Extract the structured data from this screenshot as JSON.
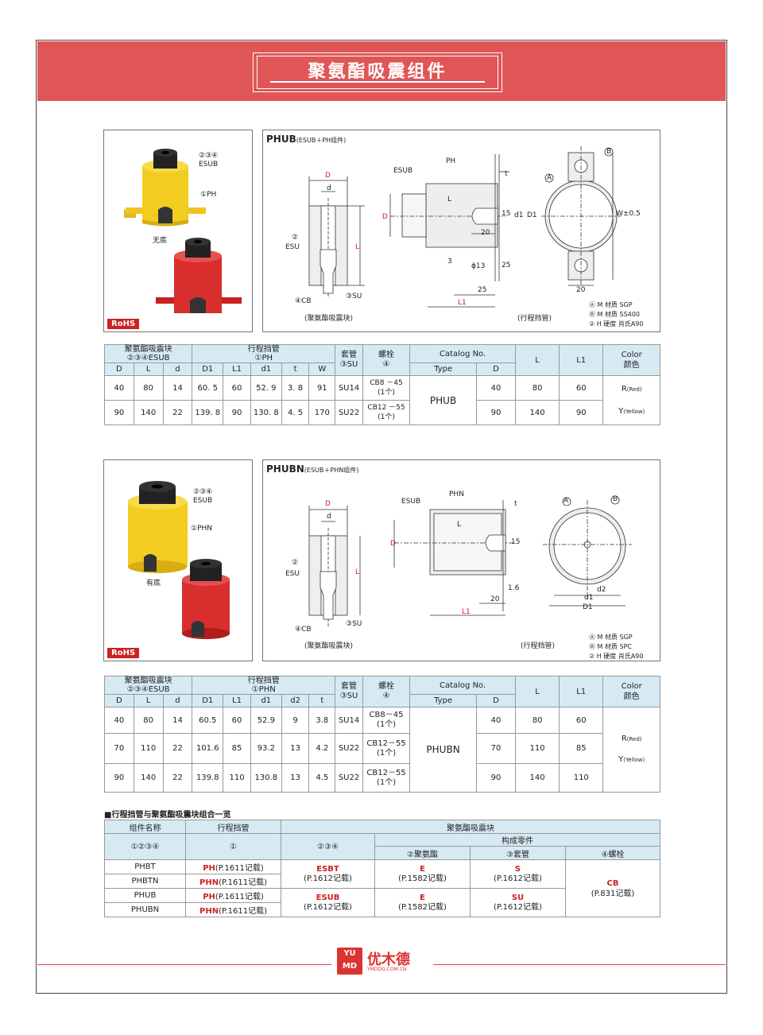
{
  "page_title": "聚氨酯吸震组件",
  "section1": {
    "photo_labels": {
      "parts": "②③④",
      "esub": "ESUB",
      "ph": "①PH",
      "bottom": "无底",
      "rohs": "RoHS"
    },
    "drawing_title": "PHUB",
    "drawing_subtitle": "(ESUB＋PH组件)",
    "drawing_labels": {
      "D": "D",
      "d": "d",
      "esu_no": "②",
      "esu": "ESU",
      "L": "L",
      "cb": "④CB",
      "su": "③SU",
      "left_caption": "(聚氨酯吸震块)",
      "esub": "ESUB",
      "ph": "PH",
      "t": "t",
      "d1": "d1",
      "D1": "D1",
      "n15": "15",
      "n20": "20",
      "n3": "3",
      "phi13": "ϕ13",
      "n25a": "25",
      "n25b": "25",
      "L1": "L1",
      "mid_caption": "(行程挡管)",
      "A": "A",
      "B": "B",
      "W": "W±0.5",
      "n20b": "20",
      "mat1": "Ⓐ M  材质   SGP",
      "mat2": "Ⓑ M  材质   SS400",
      "mat3": "② H  硬度   肖氏A90"
    }
  },
  "table1": {
    "headers": {
      "esub": "聚氨酯吸震块",
      "esub2": "②③④ESUB",
      "ph": "行程挡管",
      "ph2": "①PH",
      "su": "套管",
      "su2": "③SU",
      "bolt": "螺栓",
      "bolt2": "④",
      "catalog": "Catalog  No.",
      "type": "Type",
      "D": "D",
      "L": "L",
      "L1": "L1",
      "color": "Color",
      "color2": "颜色",
      "cols": [
        "D",
        "L",
        "d",
        "D1",
        "L1",
        "d1",
        "t",
        "W"
      ]
    },
    "rows": [
      {
        "D": "40",
        "L": "80",
        "d": "14",
        "D1": "60. 5",
        "L1": "60",
        "d1": "52. 9",
        "t": "3. 8",
        "W": "91",
        "su": "SU14",
        "bolt": "CB8 －45",
        "bolt_qty": "(1个)",
        "cD": "40",
        "cL": "80",
        "cL1": "60"
      },
      {
        "D": "90",
        "L": "140",
        "d": "22",
        "D1": "139. 8",
        "L1": "90",
        "d1": "130. 8",
        "t": "4. 5",
        "W": "170",
        "su": "SU22",
        "bolt": "CB12 －55",
        "bolt_qty": "(1个)",
        "cD": "90",
        "cL": "140",
        "cL1": "90"
      }
    ],
    "type": "PHUB",
    "color_r": "R",
    "color_r_en": "(Red)",
    "color_y": "Y",
    "color_y_en": "(Yellow)"
  },
  "section2": {
    "photo_labels": {
      "parts": "②③④",
      "esub": "ESUB",
      "phn": "①PHN",
      "bottom": "有底",
      "rohs": "RoHS"
    },
    "drawing_title": "PHUBN",
    "drawing_subtitle": "(ESUB＋PHN组件)",
    "drawing_labels": {
      "D": "D",
      "d": "d",
      "esu_no": "②",
      "esu": "ESU",
      "L": "L",
      "cb": "④CB",
      "su": "③SU",
      "left_caption": "(聚氨酯吸震块)",
      "esub": "ESUB",
      "phn": "PHN",
      "t": "t",
      "n15": "15",
      "n16": "1.6",
      "n20": "20",
      "L1": "L1",
      "mid_caption": "(行程挡管)",
      "A": "A",
      "B": "B",
      "d1": "d1",
      "d2": "d2",
      "D1": "D1",
      "mat1": "Ⓐ M  材质   SGP",
      "mat2": "Ⓑ M  材质   SPC",
      "mat3": "② H  硬度   肖氏A90"
    }
  },
  "table2": {
    "headers": {
      "esub": "聚氨酯吸震块",
      "esub2": "②③④ESUB",
      "ph": "行程挡管",
      "ph2": "①PHN",
      "su": "套管",
      "su2": "③SU",
      "bolt": "螺栓",
      "bolt2": "④",
      "catalog": "Catalog  No.",
      "type": "Type",
      "D": "D",
      "L": "L",
      "L1": "L1",
      "color": "Color",
      "color2": "颜色",
      "cols": [
        "D",
        "L",
        "d",
        "D1",
        "L1",
        "d1",
        "d2",
        "t"
      ]
    },
    "rows": [
      {
        "D": "40",
        "L": "80",
        "d": "14",
        "D1": "60.5",
        "L1": "60",
        "d1": "52.9",
        "d2": "9",
        "t": "3.8",
        "su": "SU14",
        "bolt": "CB8－45",
        "bolt_qty": "(1个)",
        "cD": "40",
        "cL": "80",
        "cL1": "60"
      },
      {
        "D": "70",
        "L": "110",
        "d": "22",
        "D1": "101.6",
        "L1": "85",
        "d1": "93.2",
        "d2": "13",
        "t": "4.2",
        "su": "SU22",
        "bolt": "CB12－55",
        "bolt_qty": "(1个)",
        "cD": "70",
        "cL": "110",
        "cL1": "85"
      },
      {
        "D": "90",
        "L": "140",
        "d": "22",
        "D1": "139.8",
        "L1": "110",
        "d1": "130.8",
        "d2": "13",
        "t": "4.5",
        "su": "SU22",
        "bolt": "CB12－55",
        "bolt_qty": "(1个)",
        "cD": "90",
        "cL": "140",
        "cL1": "110"
      }
    ],
    "type": "PHUBN",
    "color_r": "R",
    "color_r_en": "(Red)",
    "color_y": "Y",
    "color_y_en": "(Yellow)"
  },
  "table3": {
    "section_title": "■行程挡管与聚氨酯吸震块组合一览",
    "headers": {
      "name": "组件名称",
      "name2": "①②③④",
      "ph": "行程挡管",
      "ph2": "①",
      "block": "聚氨酯吸震块",
      "parts": "②③④",
      "comp": "构成零件",
      "pu": "②聚氨酯",
      "sleeve": "③套管",
      "bolt": "④螺栓"
    },
    "rows": [
      {
        "name": "PHBT",
        "ph": "PH",
        "ph_ref": "(P.1611记载)"
      },
      {
        "name": "PHBTN",
        "ph": "PHN",
        "ph_ref": "(P.1611记载)"
      },
      {
        "name": "PHUB",
        "ph": "PH",
        "ph_ref": "(P.1611记载)"
      },
      {
        "name": "PHUBN",
        "ph": "PHN",
        "ph_ref": "(P.1611记载)"
      }
    ],
    "groups": [
      {
        "block": "ESBT",
        "block_ref": "(P.1612记载)",
        "pu": "E",
        "pu_ref": "(P.1582记载)",
        "sleeve": "S",
        "sleeve_ref": "(P.1612记载)"
      },
      {
        "block": "ESUB",
        "block_ref": "(P.1612记载)",
        "pu": "E",
        "pu_ref": "(P.1582记载)",
        "sleeve": "SU",
        "sleeve_ref": "(P.1612记载)"
      }
    ],
    "bolt": "CB",
    "bolt_ref": "(P.831记载)"
  },
  "footer": {
    "logo1": "YU",
    "logo2": "MD",
    "brand": "优木德",
    "url": "YMDDG.COM.CN"
  },
  "colors": {
    "banner": "#e05657",
    "header_bg": "#d6eaf4",
    "accent": "#cc2222",
    "yellow": "#f2cc1f",
    "red": "#d92e2e"
  }
}
